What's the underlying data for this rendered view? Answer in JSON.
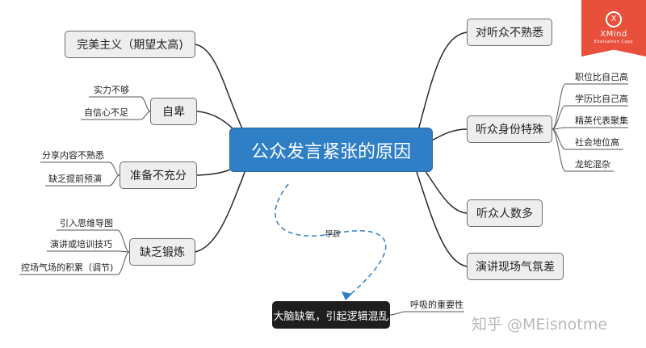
{
  "central": {
    "label": "公众发言紧张的原因"
  },
  "left_branches": [
    {
      "label": "完美主义（期望太高)",
      "children": []
    },
    {
      "label": "自卑",
      "children": [
        "实力不够",
        "自信心不足"
      ]
    },
    {
      "label": "准备不充分",
      "children": [
        "分享内容不熟悉",
        "缺乏提前预演"
      ]
    },
    {
      "label": "缺乏锻炼",
      "children": [
        "引入思维导图",
        "演讲或培训技巧",
        "控场气场的积累（调节)"
      ]
    }
  ],
  "right_branches": [
    {
      "label": "对听众不熟悉",
      "children": []
    },
    {
      "label": "听众身份特殊",
      "children": [
        "职位比自己高",
        "学历比自己高",
        "精英代表聚集",
        "社会地位高",
        "龙蛇混杂"
      ]
    },
    {
      "label": "听众人数多",
      "children": []
    },
    {
      "label": "演讲现场气氛差",
      "children": []
    }
  ],
  "floating": {
    "label": "大脑缺氧，引起逻辑混乱",
    "children": [
      "呼吸的重要性"
    ]
  },
  "relationship": {
    "label": "导致"
  },
  "colors": {
    "central": "#2f7fc6",
    "branch_line": "#2a2a2a",
    "relationship": "#2f7fc6",
    "watermark": "#e8503c"
  },
  "watermark": {
    "logo": "X",
    "name": "XMind",
    "sub": "Evaluation Copy"
  },
  "credit": "知乎 @MEisnotme"
}
